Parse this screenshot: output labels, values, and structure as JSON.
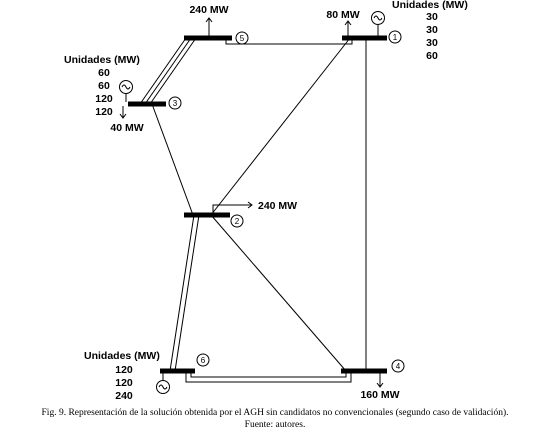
{
  "buses": [
    {
      "id": "1",
      "generation_units": {
        "header": "Unidades (MW)",
        "values": [
          "30",
          "30",
          "30",
          "60"
        ]
      },
      "load": "80 MW"
    },
    {
      "id": "2",
      "load": "240 MW"
    },
    {
      "id": "3",
      "generation_units": {
        "header": "Unidades (MW)",
        "values": [
          "60",
          "60",
          "120",
          "120"
        ]
      },
      "load": "40 MW"
    },
    {
      "id": "4",
      "load": "160 MW"
    },
    {
      "id": "5",
      "load": "240 MW"
    },
    {
      "id": "6",
      "generation_units": {
        "header": "Unidades (MW)",
        "values": [
          "120",
          "120",
          "240"
        ]
      }
    }
  ],
  "lines": [
    {
      "from": "1",
      "to": "2",
      "circuits": 1
    },
    {
      "from": "1",
      "to": "4",
      "circuits": 1
    },
    {
      "from": "1",
      "to": "5",
      "circuits": 1
    },
    {
      "from": "2",
      "to": "3",
      "circuits": 1
    },
    {
      "from": "2",
      "to": "4",
      "circuits": 1
    },
    {
      "from": "2",
      "to": "6",
      "circuits": 2
    },
    {
      "from": "3",
      "to": "5",
      "circuits": 3
    },
    {
      "from": "4",
      "to": "6",
      "circuits": 2
    }
  ],
  "caption": {
    "line1": "Fig. 9. Representación de la solución obtenida por el AGH sin candidatos no convencionales (segundo caso de validación).",
    "line2": "Fuente: autores."
  }
}
